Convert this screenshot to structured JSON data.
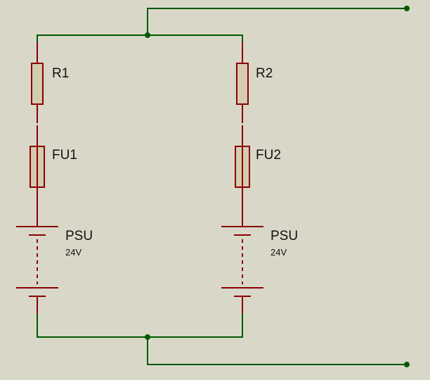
{
  "components": {
    "r1": {
      "ref": "R1"
    },
    "fu1": {
      "ref": "FU1"
    },
    "psu1": {
      "ref": "PSU",
      "value": "24V"
    },
    "r2": {
      "ref": "R2"
    },
    "fu2": {
      "ref": "FU2"
    },
    "psu2": {
      "ref": "PSU",
      "value": "24V"
    }
  },
  "colors": {
    "wire": "#005a00",
    "component_lead": "#8b0000",
    "component_fill": "#d4ccb0",
    "background": "#d9d8c8"
  }
}
